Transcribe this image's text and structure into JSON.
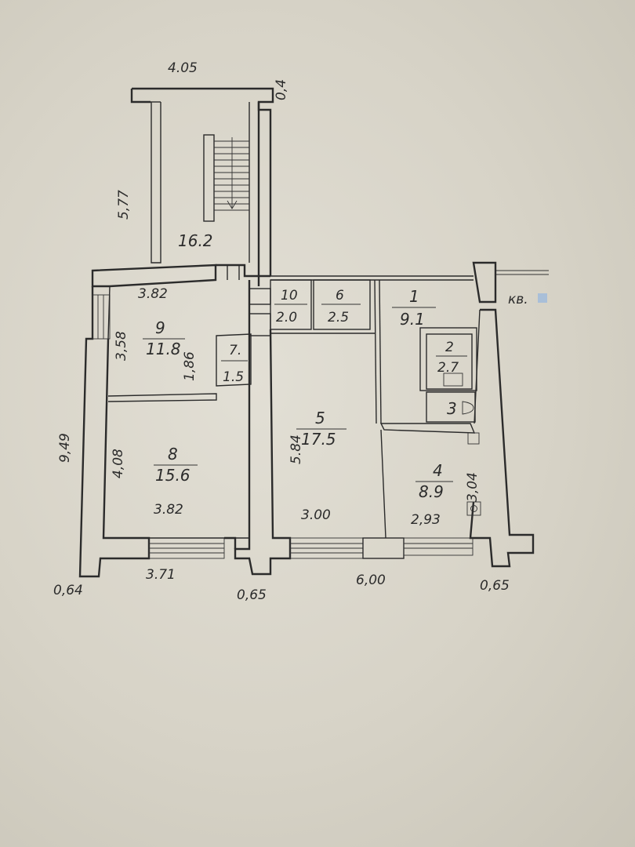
{
  "stair_room": {
    "area": "16.2",
    "width": "4.05",
    "height": "5,77",
    "wall": "0,4"
  },
  "rooms": [
    {
      "id": "r1",
      "number": "1",
      "area": "9.1"
    },
    {
      "id": "r2",
      "number": "2",
      "area": "2.7"
    },
    {
      "id": "r3",
      "number": "3",
      "area": ""
    },
    {
      "id": "r4",
      "number": "4",
      "area": "8.9"
    },
    {
      "id": "r5",
      "number": "5",
      "area": "17.5"
    },
    {
      "id": "r6",
      "number": "6",
      "area": "2.5"
    },
    {
      "id": "r7",
      "number": "7.",
      "area": "1.5"
    },
    {
      "id": "r8",
      "number": "8",
      "area": "15.6"
    },
    {
      "id": "r9",
      "number": "9",
      "area": "11.8"
    },
    {
      "id": "r10",
      "number": "10",
      "area": "2.0"
    }
  ],
  "dimensions": {
    "r9_width": "3.82",
    "r9_height": "3,58",
    "r7_height": "1,86",
    "r8_height": "4,08",
    "r8_width": "3.82",
    "r5_height": "5.84",
    "r5_width": "3.00",
    "r4_height": "3,04",
    "r4_width": "2,93",
    "total_height": "9,49",
    "bottom_left": "3.71",
    "bottom_right": "6,00",
    "wall_left": "0,64",
    "wall_mid": "0,65",
    "wall_right": "0,65"
  },
  "apartment_label": "кв."
}
